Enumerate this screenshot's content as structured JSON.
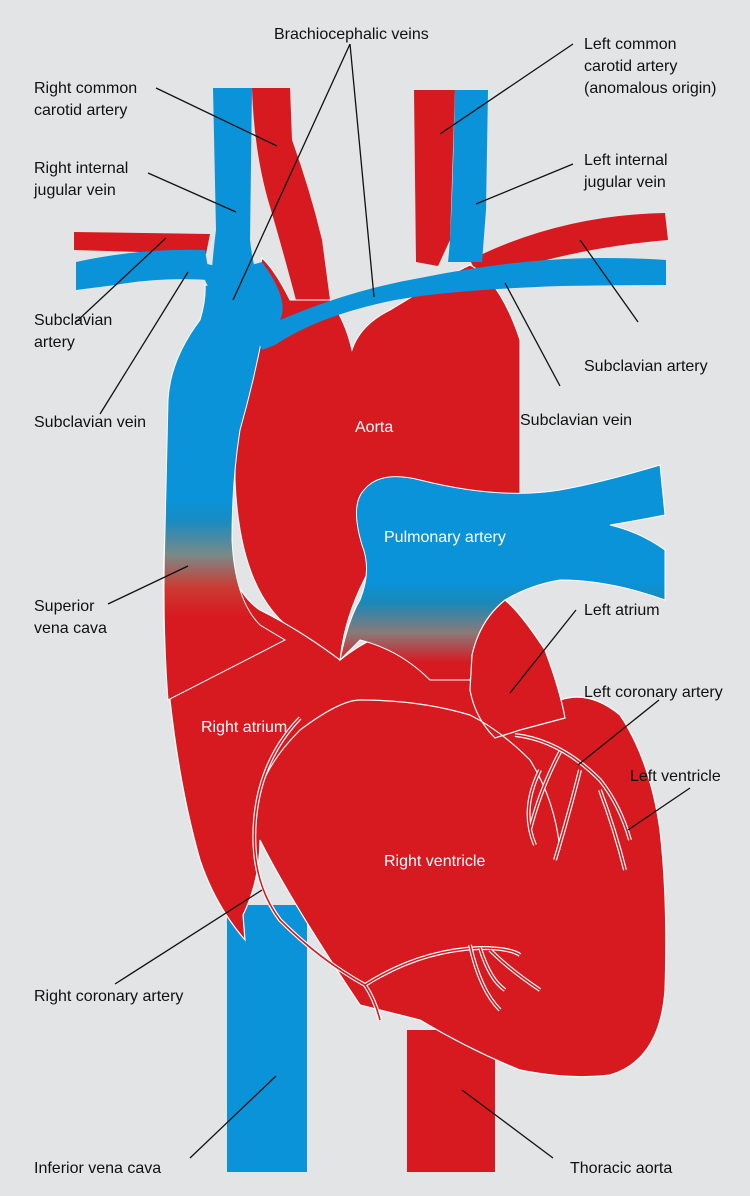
{
  "colors": {
    "background": "#e3e4e5",
    "artery": "#d71920",
    "vein": "#0a93d8",
    "outline": "#ffffff",
    "leader": "#111111"
  },
  "labels": {
    "brachiocephalic_veins": "Brachiocephalic veins",
    "right_common_carotid": "Right common\ncarotid artery",
    "left_common_carotid": "Left common\ncarotid artery\n(anomalous origin)",
    "right_internal_jugular": "Right internal\njugular vein",
    "left_internal_jugular": "Left internal\njugular vein",
    "subclavian_artery_left_side": "Subclavian\nartery",
    "subclavian_artery_right_side": "Subclavian artery",
    "subclavian_vein_left_side": "Subclavian vein",
    "subclavian_vein_right_side": "Subclavian vein",
    "superior_vena_cava": "Superior\nvena cava",
    "left_atrium": "Left atrium",
    "left_coronary_artery": "Left coronary artery",
    "left_ventricle": "Left ventricle",
    "right_coronary_artery": "Right coronary artery",
    "inferior_vena_cava": "Inferior vena cava",
    "thoracic_aorta": "Thoracic aorta"
  },
  "inner_labels": {
    "aorta": "Aorta",
    "pulmonary_artery": "Pulmonary artery",
    "right_atrium": "Right atrium",
    "right_ventricle": "Right ventricle"
  }
}
